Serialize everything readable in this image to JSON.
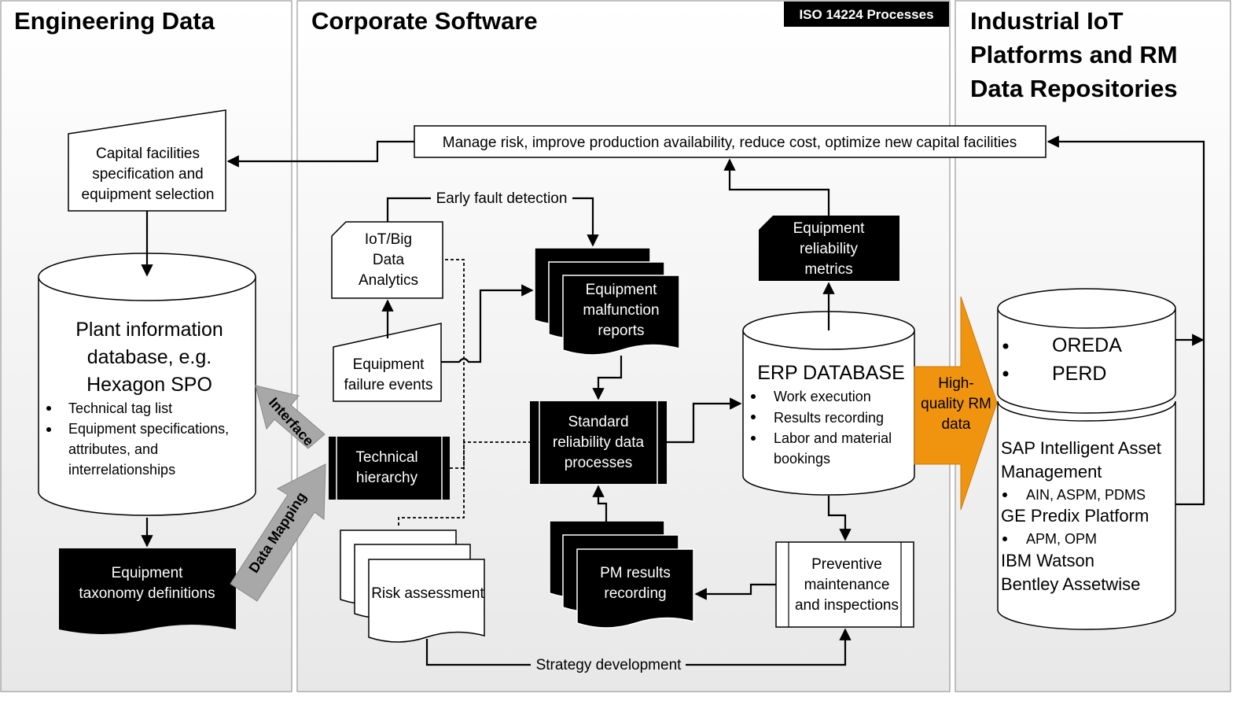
{
  "panels": {
    "engineering": {
      "title": "Engineering Data"
    },
    "corporate": {
      "title": "Corporate Software",
      "badge": "ISO 14224 Processes"
    },
    "iiot": {
      "title_lines": [
        "Industrial IoT",
        "Platforms and RM",
        "Data Repositories"
      ]
    }
  },
  "nodes": {
    "capital": {
      "lines": [
        "Capital facilities",
        "specification and",
        "equipment selection"
      ]
    },
    "plant_db": {
      "title_lines": [
        "Plant information",
        "database, e.g.",
        "Hexagon SPO"
      ],
      "bullets": [
        "Technical tag list",
        "Equipment specifications,"
      ],
      "bullet_cont": [
        "attributes, and",
        "interrelationships"
      ]
    },
    "taxonomy": {
      "lines": [
        "Equipment",
        "taxonomy definitions"
      ]
    },
    "iot": {
      "lines": [
        "IoT/Big",
        "Data",
        "Analytics"
      ]
    },
    "failure_events": {
      "lines": [
        "Equipment",
        "failure events"
      ]
    },
    "tech_hierarchy": {
      "lines": [
        "Technical",
        "hierarchy"
      ]
    },
    "risk": {
      "label": "Risk assessment"
    },
    "malfunction": {
      "lines": [
        "Equipment",
        "malfunction",
        "reports"
      ]
    },
    "standard": {
      "lines": [
        "Standard",
        "reliability data",
        "processes"
      ]
    },
    "pm_results": {
      "lines": [
        "PM results",
        "recording"
      ]
    },
    "metrics": {
      "lines": [
        "Equipment",
        "reliability",
        "metrics"
      ]
    },
    "erp": {
      "title": "ERP DATABASE",
      "bullets": [
        "Work execution",
        "Results recording",
        "Labor and material"
      ],
      "bullet_cont": [
        "bookings"
      ]
    },
    "preventive": {
      "lines": [
        "Preventive",
        "maintenance",
        "and inspections"
      ]
    },
    "goal": {
      "label": "Manage risk, improve production availability, reduce cost, optimize new capital facilities"
    },
    "repo": {
      "bullets": [
        "OREDA",
        "PERD"
      ],
      "items": [
        {
          "text": "SAP Intelligent Asset",
          "kind": "title"
        },
        {
          "text": "Management",
          "kind": "title"
        },
        {
          "text": "AIN, ASPM, PDMS",
          "kind": "bullet"
        },
        {
          "text": "GE Predix Platform",
          "kind": "title"
        },
        {
          "text": "APM, OPM",
          "kind": "bullet"
        },
        {
          "text": "IBM Watson",
          "kind": "title"
        },
        {
          "text": "Bentley Assetwise",
          "kind": "title"
        }
      ]
    }
  },
  "edge_labels": {
    "early_fault": "Early fault detection",
    "strategy": "Strategy development",
    "interface": "Interface",
    "data_mapping": "Data Mapping",
    "high_quality": [
      "High-",
      "quality RM",
      "data"
    ]
  },
  "colors": {
    "dark": "#000000",
    "orange": "#f0940f",
    "gray_arrow": "#a8a8a8",
    "panel_top": "#ffffff",
    "panel_bottom": "#e9e9e9"
  }
}
